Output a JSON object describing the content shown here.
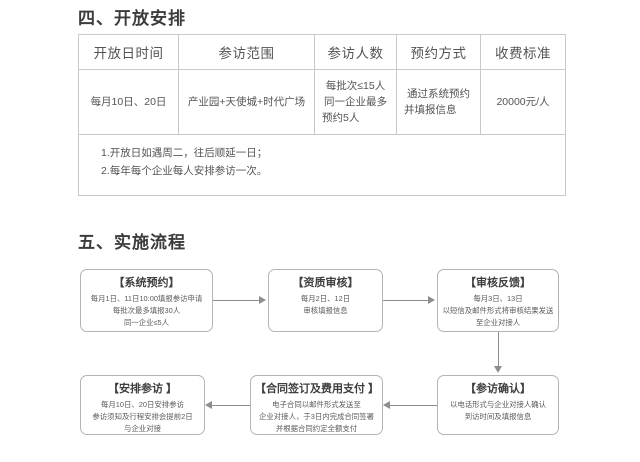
{
  "sections": {
    "four": {
      "heading": "四、开放安排"
    },
    "five": {
      "heading": "五、实施流程"
    }
  },
  "schedule_table": {
    "headers": [
      "开放日时间",
      "参访范围",
      "参访人数",
      "预约方式",
      "收费标准"
    ],
    "row": {
      "open_day": "每月10日、20日",
      "scope": "产业园+天使城+时代广场",
      "headcount": "每批次≤15人同一企业最多预约5人",
      "booking_method": "通过系统预约并填报信息",
      "fee": "20000元/人"
    },
    "notes": [
      "1.开放日如遇周二，往后顺延一日；",
      "2.每年每个企业每人安排参访一次。"
    ]
  },
  "flowchart": {
    "nodes": [
      {
        "id": "system-booking",
        "title": "【系统预约】",
        "lines": [
          "每月1日、11日10:00填报参访申请",
          "每批次最多填报30人",
          "同一企业≤5人"
        ]
      },
      {
        "id": "qualification-review",
        "title": "【资质审核】",
        "lines": [
          "每月2日、12日",
          "审核填报信息"
        ]
      },
      {
        "id": "review-feedback",
        "title": "【审核反馈】",
        "lines": [
          "每月3日、13日",
          "以短信及邮件形式将审核结果发送",
          "至企业对接人"
        ]
      },
      {
        "id": "visit-confirmation",
        "title": "【参访确认】",
        "lines": [
          "以电话形式与企业对接人确认",
          "到访时间及填报信息"
        ]
      },
      {
        "id": "contract-payment",
        "title": "【合同签订及费用支付 】",
        "lines": [
          "电子合同以邮件形式发送至",
          "企业对接人，于3日内完成合同签署",
          "并根据合同约定全额支付"
        ]
      },
      {
        "id": "arrange-visit",
        "title": "【安排参访 】",
        "lines": [
          "每月10日、20日安排参访",
          "参访须知及行程安排会提前2日",
          "与企业对接"
        ]
      }
    ]
  },
  "colors": {
    "border": "#c9c9c9",
    "node_border": "#b4b4b4",
    "connector": "#8d8d8d",
    "text": "#545454",
    "heading": "#3c3c3c",
    "background": "#ffffff"
  }
}
